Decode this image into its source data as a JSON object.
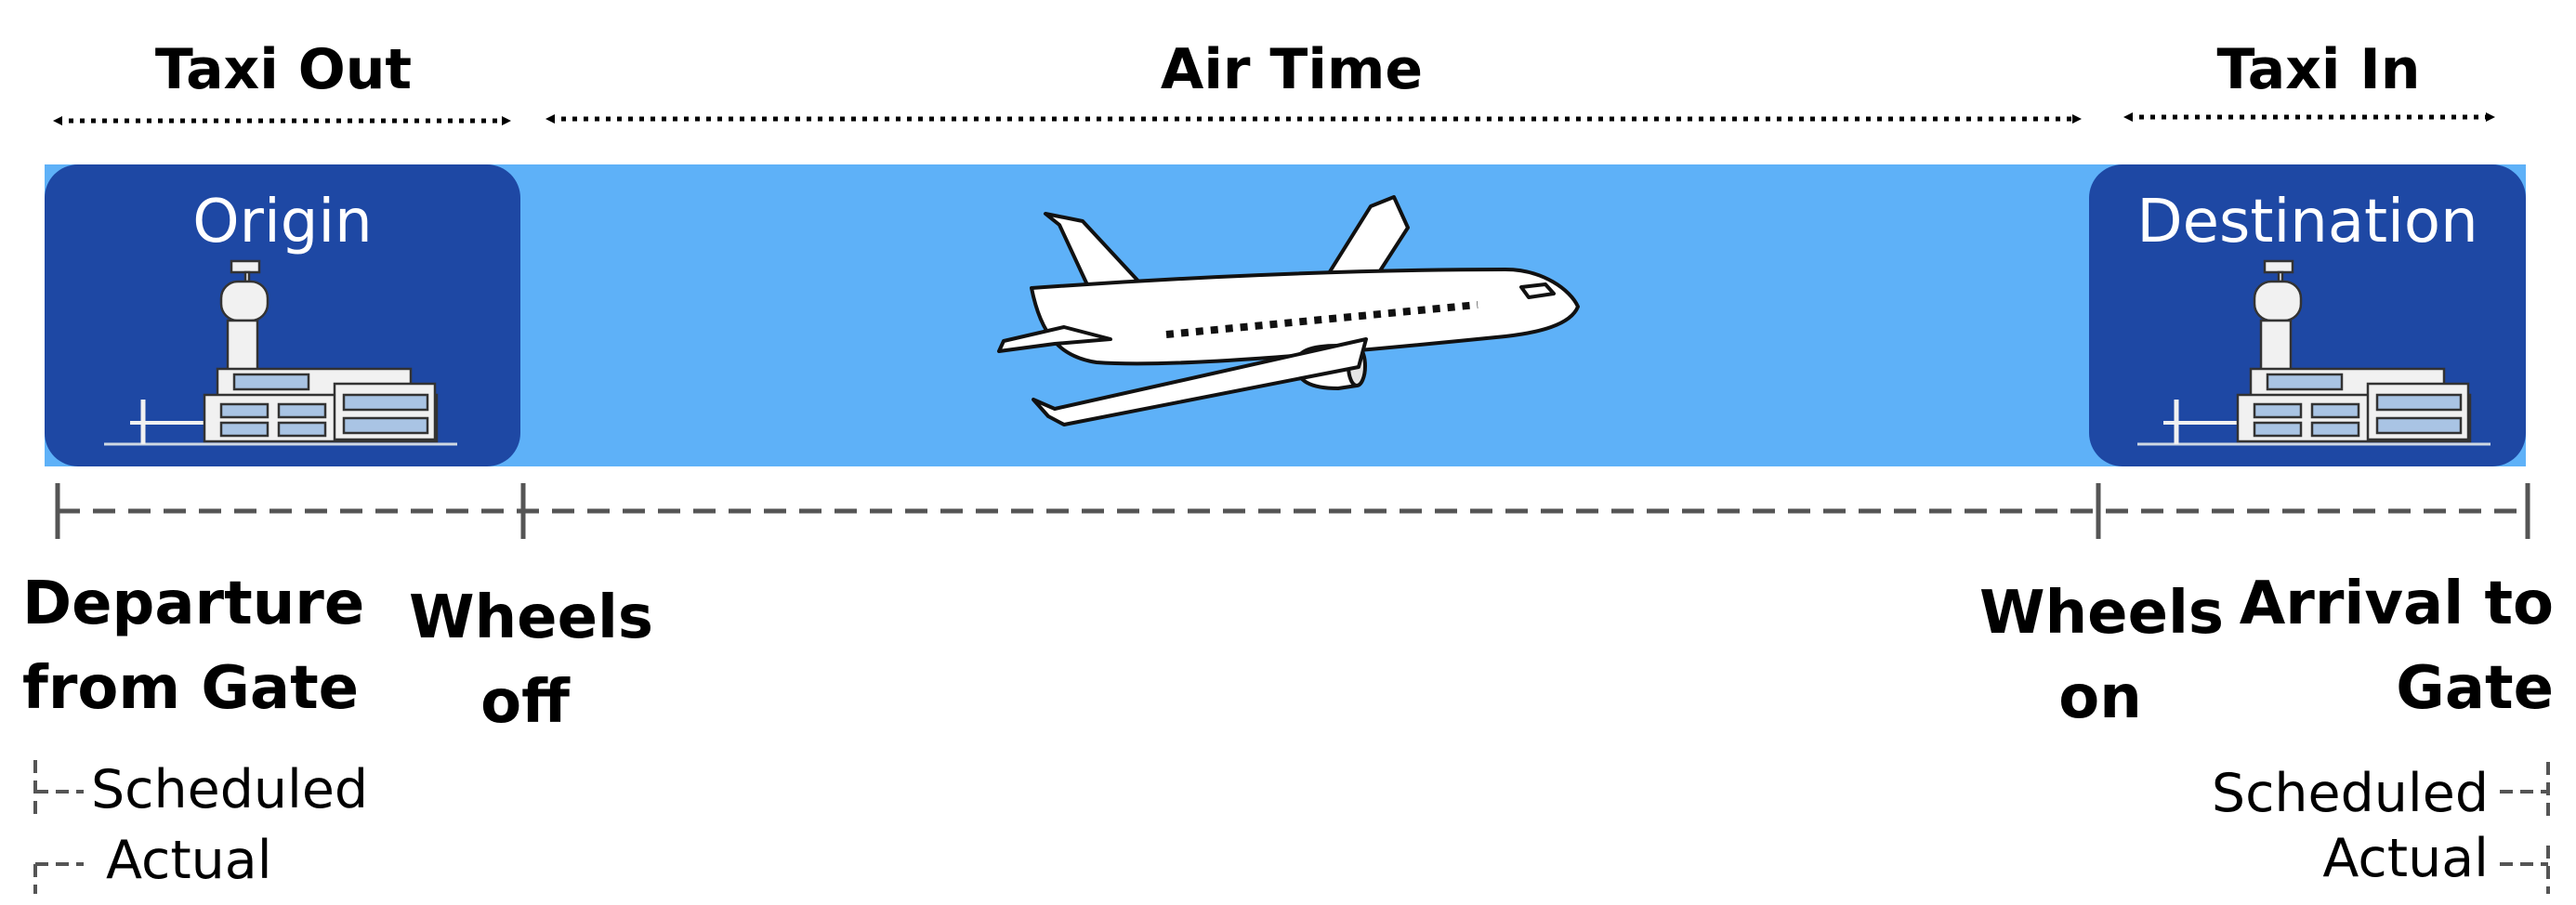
{
  "phases": {
    "taxi_out": "Taxi Out",
    "air_time": "Air Time",
    "taxi_in": "Taxi In"
  },
  "airports": {
    "origin": "Origin",
    "destination": "Destination"
  },
  "milestones": {
    "departure_line1": "Departure",
    "departure_line2": "from Gate",
    "wheels_off_line1": "Wheels",
    "wheels_off_line2": "off",
    "wheels_on_line1": "Wheels",
    "wheels_on_line2": "on",
    "arrival_line1": "Arrival to",
    "arrival_line2": "Gate"
  },
  "legend_left": {
    "scheduled": "Scheduled",
    "actual": "Actual"
  },
  "legend_right": {
    "scheduled": "Scheduled",
    "actual": "Actual"
  },
  "colors": {
    "sky": "#5eb1f8",
    "airport_box": "#1e48a4",
    "timeline": "#555555"
  }
}
